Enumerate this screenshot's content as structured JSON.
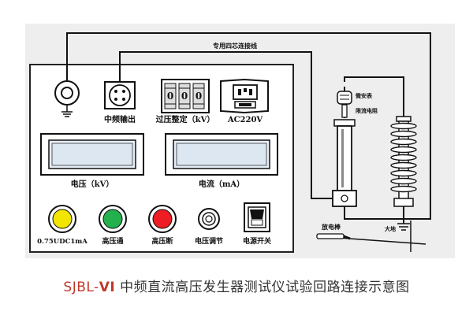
{
  "colors": {
    "panel": "#ffffff",
    "wire": "#111111",
    "display": "#e6eef6",
    "lamp_yellow": "#f2e600",
    "lamp_green": "#22b14c",
    "lamp_red": "#ee1c24",
    "accent": "#c0392b"
  },
  "labels": {
    "cable": "专用四芯连接线",
    "mid_freq_output": "中频输出",
    "overvoltage_setting": "过压整定（kV）",
    "ac_power": "AC220V",
    "voltage_meter": "电压（kV）",
    "current_meter": "电流（mA）",
    "lamp_075": "0.75UDC1mA",
    "hv_on": "高压通",
    "hv_off": "高压断",
    "voltage_adjust": "电压调节",
    "power_switch": "电源开关",
    "microammeter": "微安表",
    "current_limit_resistor": "限流电阻",
    "earth": "大地",
    "discharge_rod": "放电棒"
  },
  "switch_digits": [
    "0",
    "0",
    "0"
  ],
  "caption": {
    "model": "SJBL-",
    "numeral": "VI",
    "title": "中频直流高压发生器测试仪试验回路连接示意图"
  }
}
